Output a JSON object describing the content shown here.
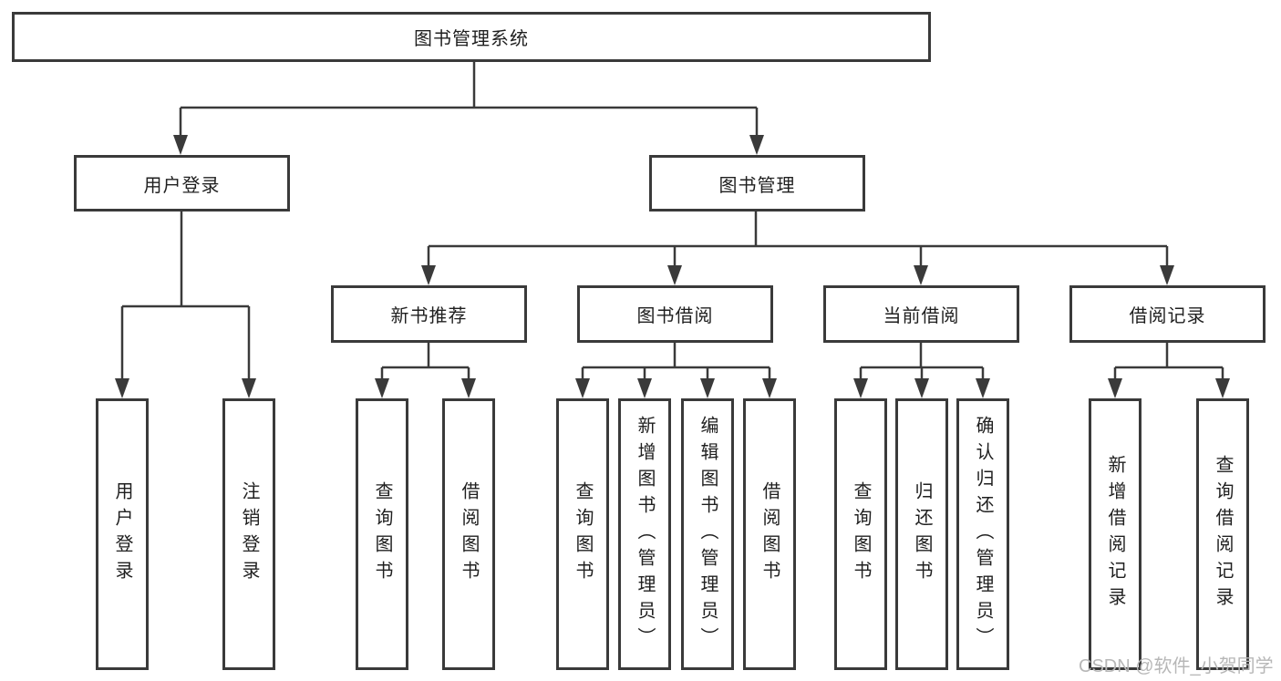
{
  "nodes": {
    "root": {
      "label": "图书管理系统"
    },
    "level2": [
      {
        "label": "用户登录",
        "children": [
          "用户登录",
          "注销登录"
        ]
      },
      {
        "label": "图书管理"
      }
    ],
    "level3": [
      {
        "label": "新书推荐",
        "children": [
          "查询图书",
          "借阅图书"
        ]
      },
      {
        "label": "图书借阅",
        "children": [
          "查询图书",
          "新增图书（管理员）",
          "编辑图书（管理员）",
          "借阅图书"
        ]
      },
      {
        "label": "当前借阅",
        "children": [
          "查询图书",
          "归还图书",
          "确认归还（管理员）"
        ]
      },
      {
        "label": "借阅记录",
        "children": [
          "新增借阅记录",
          "查询借阅记录"
        ]
      }
    ]
  },
  "watermark": "CSDN @软件_小贺同学",
  "colors": {
    "line": "#3a3a3a",
    "box_border": "#3a3a3a",
    "text": "#1f1f1f",
    "watermark": "#b7b7b7",
    "background": "#ffffff"
  }
}
